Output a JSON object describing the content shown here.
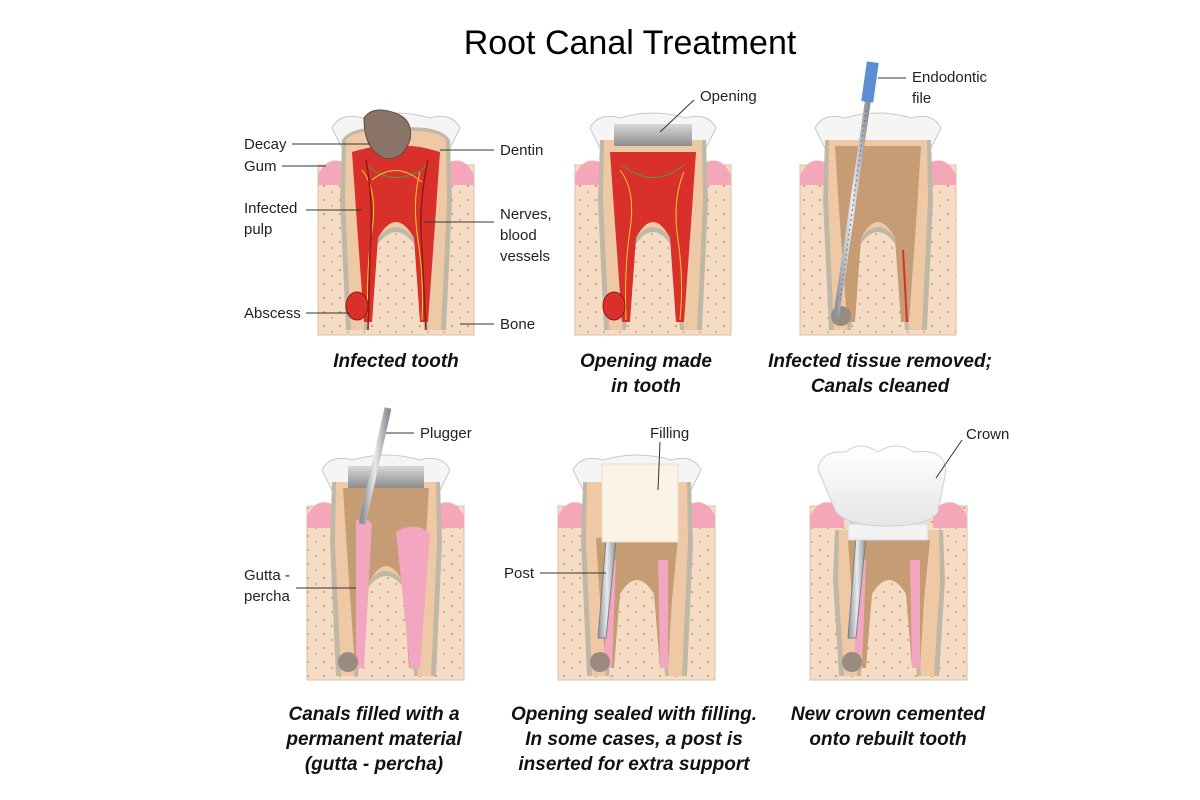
{
  "title": "Root Canal Treatment",
  "panels": [
    {
      "caption": [
        "Infected tooth"
      ],
      "labels": [
        "Decay",
        "Gum",
        "Infected",
        "pulp",
        "Abscess",
        "Dentin",
        "Nerves,",
        "blood",
        "vessels",
        "Bone"
      ]
    },
    {
      "caption": [
        "Opening made",
        "in tooth"
      ],
      "labels": [
        "Opening"
      ]
    },
    {
      "caption": [
        "Infected tissue removed;",
        "Canals cleaned"
      ],
      "labels": [
        "Endodontic",
        "file"
      ]
    },
    {
      "caption": [
        "Canals filled with a",
        "permanent material",
        "(gutta - percha)"
      ],
      "labels": [
        "Plugger",
        "Gutta -",
        "percha"
      ]
    },
    {
      "caption": [
        "Opening sealed with filling.",
        "In some cases, a post is",
        "inserted for extra support"
      ],
      "labels": [
        "Filling",
        "Post"
      ]
    },
    {
      "caption": [
        "New crown cemented",
        "onto rebuilt tooth"
      ],
      "labels": [
        "Crown"
      ]
    }
  ],
  "colors": {
    "bone": "#f6dcc4",
    "bone_dots": "#c9a58a",
    "gum": "#f4a7b9",
    "enamel": "#f5f5f5",
    "dentin": "#efc9a5",
    "cementum": "#bfb8a6",
    "pulp_infected": "#d9302b",
    "pulp_clean": "#c69c74",
    "gutta_percha": "#f2a6bf",
    "metal": "#b9bdc2",
    "filling": "#faf3e6",
    "crown": "#fbfbfb"
  }
}
